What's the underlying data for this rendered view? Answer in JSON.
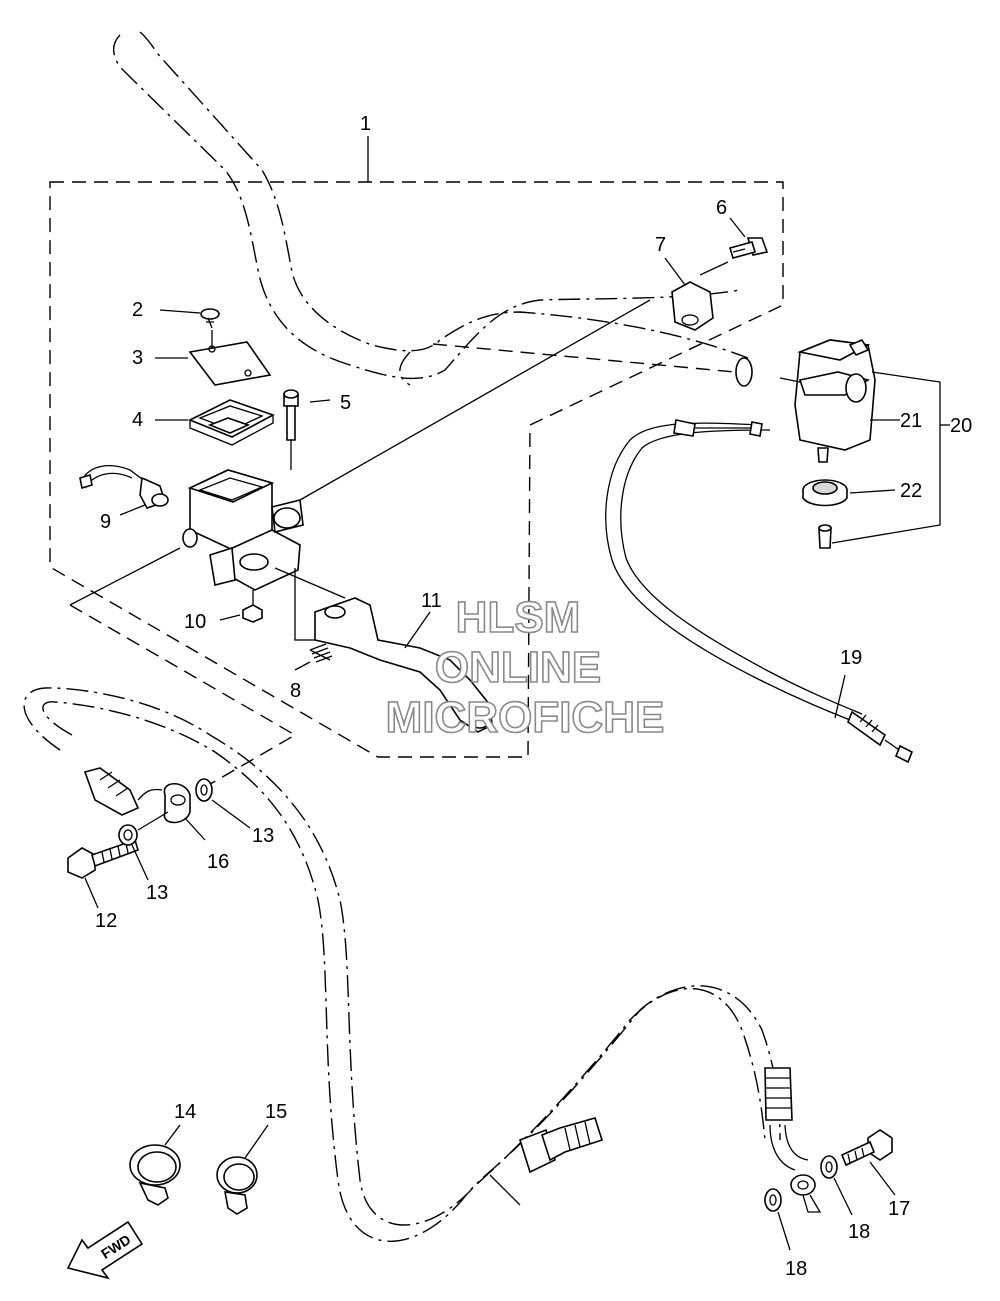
{
  "callouts": {
    "c1": "1",
    "c2": "2",
    "c3": "3",
    "c4": "4",
    "c5": "5",
    "c6": "6",
    "c7": "7",
    "c8": "8",
    "c9": "9",
    "c10": "10",
    "c11": "11",
    "c12": "12",
    "c13a": "13",
    "c13b": "13",
    "c14": "14",
    "c15": "15",
    "c16": "16",
    "c17": "17",
    "c18a": "18",
    "c18b": "18",
    "c19": "19",
    "c20": "20",
    "c21": "21",
    "c22": "22"
  },
  "watermark": {
    "line1": "HLSM",
    "line2": "ONLINE",
    "line3": "MICROFICHE"
  },
  "fwd_label": "FWD"
}
